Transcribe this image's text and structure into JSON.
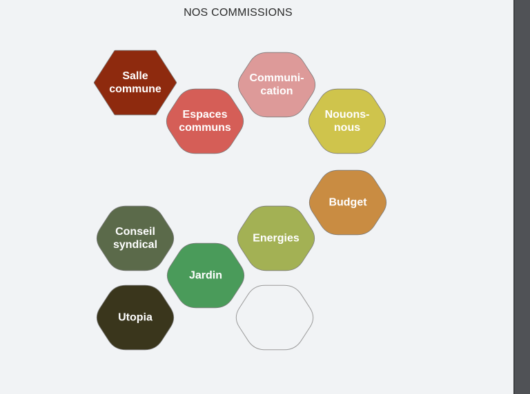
{
  "heading": "NOS COMMISSIONS",
  "hexagons": [
    {
      "id": "salle-commune",
      "line1": "Salle",
      "line2": "commune",
      "color": "#8e2a0e",
      "shape": "sharp"
    },
    {
      "id": "espaces-communs",
      "line1": "Espaces",
      "line2": "communs",
      "color": "#d55e57",
      "shape": "round"
    },
    {
      "id": "communication",
      "line1": "Communi-",
      "line2": "cation",
      "color": "#dd9a99",
      "shape": "round"
    },
    {
      "id": "nouons-nous",
      "line1": "Nouons-",
      "line2": "nous",
      "color": "#cfc44c",
      "shape": "round"
    },
    {
      "id": "budget",
      "line1": "Budget",
      "line2": "",
      "color": "#c98c42",
      "shape": "round"
    },
    {
      "id": "energies",
      "line1": "Energies",
      "line2": "",
      "color": "#a3b154",
      "shape": "round"
    },
    {
      "id": "conseil-syndical",
      "line1": "Conseil",
      "line2": "syndical",
      "color": "#5b6a4a",
      "shape": "round"
    },
    {
      "id": "jardin",
      "line1": "Jardin",
      "line2": "",
      "color": "#4a9b5a",
      "shape": "round"
    },
    {
      "id": "utopia",
      "line1": "Utopia",
      "line2": "",
      "color": "#3a361c",
      "shape": "round"
    },
    {
      "id": "empty",
      "line1": "",
      "line2": "",
      "color": "none",
      "shape": "outline"
    }
  ]
}
